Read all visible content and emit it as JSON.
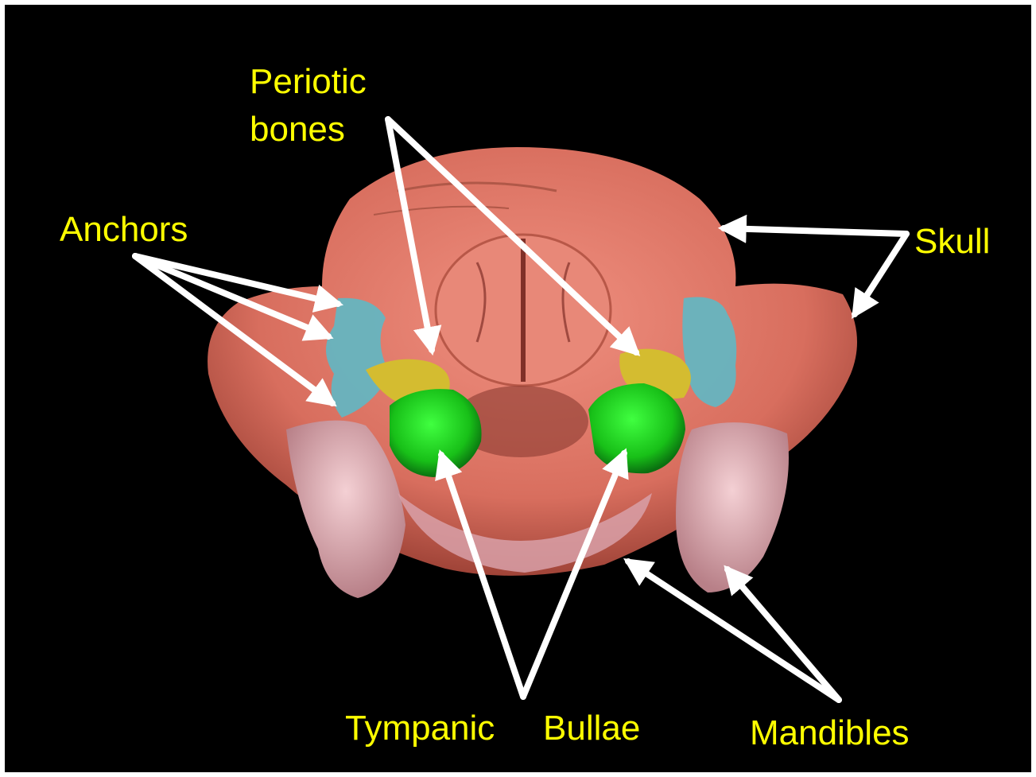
{
  "labels": {
    "periotic_line1": "Periotic",
    "periotic_line2": "bones",
    "anchors": "Anchors",
    "skull": "Skull",
    "tympanic": "Tympanic",
    "bullae": "Bullae",
    "mandibles": "Mandibles"
  },
  "colors": {
    "background": "#000000",
    "label_text": "#ffff00",
    "arrow": "#ffffff",
    "skull": "#e07a6a",
    "mandibles": "#e8b8bc",
    "periotic_bones": "#d8c030",
    "anchors": "#60b8c0",
    "tympanic_bullae": "#20d020"
  }
}
